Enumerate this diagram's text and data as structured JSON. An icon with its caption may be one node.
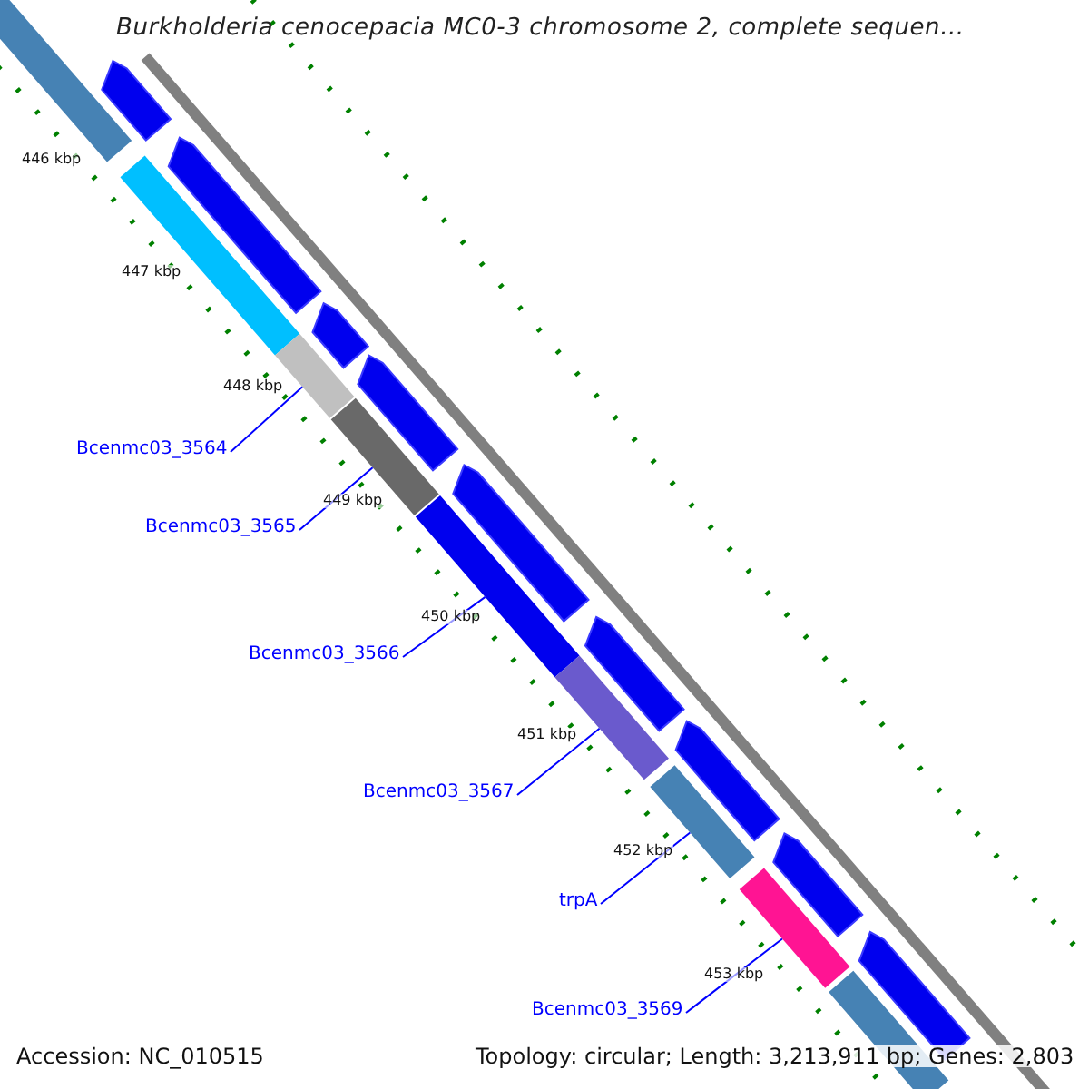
{
  "diagram": {
    "title": "Burkholderia cenocepacia MC0-3 chromosome 2, complete sequen...",
    "nodes": [
      {
        "text": [
          "Bcenmc03_3564"
        ]
      },
      {
        "text": [
          "Bcenmc03_3565"
        ]
      },
      {
        "text": [
          "Bcenmc03_3566"
        ]
      },
      {
        "text": [
          "Bcenmc03_3567"
        ]
      },
      {
        "text": [
          "trpA"
        ]
      },
      {
        "text": [
          "Bcenmc03_3569"
        ]
      },
      {
        "text": [],
        "shape": "bar"
      },
      {
        "text": [],
        "shape": "bar"
      },
      {
        "text": [],
        "shape": "bar"
      },
      {
        "text": [],
        "shape": "bar"
      },
      {
        "text": [],
        "shape": "bar"
      },
      {
        "text": [],
        "shape": "bar"
      },
      {
        "text": [],
        "shape": "bar"
      },
      {
        "text": [],
        "shape": "bar"
      },
      {
        "text": [],
        "shape": "bar"
      },
      {
        "text": [],
        "shape": "arrow"
      },
      {
        "text": [],
        "shape": "arrow"
      },
      {
        "text": [],
        "shape": "arrow"
      },
      {
        "text": [],
        "shape": "arrow"
      },
      {
        "text": [],
        "shape": "arrow"
      },
      {
        "text": [],
        "shape": "arrow"
      },
      {
        "text": [],
        "shape": "arrow"
      },
      {
        "text": [],
        "shape": "arrow"
      },
      {
        "text": [],
        "shape": "arrow"
      }
    ],
    "edges": [
      {
        "from": 0,
        "to": 8,
        "arrow": "none"
      },
      {
        "from": 1,
        "to": 9,
        "arrow": "none"
      },
      {
        "from": 2,
        "to": 10,
        "arrow": "none"
      },
      {
        "from": 3,
        "to": 11,
        "arrow": "none"
      },
      {
        "from": 4,
        "to": 12,
        "arrow": "none"
      },
      {
        "from": 5,
        "to": 13,
        "arrow": "none"
      }
    ],
    "labels": [
      "446 kbp",
      "447 kbp",
      "448 kbp",
      "449 kbp",
      "450 kbp",
      "451 kbp",
      "452 kbp",
      "453 kbp",
      "Accession: NC_010515",
      "Topology: circular; Length: 3,213,911 bp; Genes: 2,803"
    ]
  }
}
